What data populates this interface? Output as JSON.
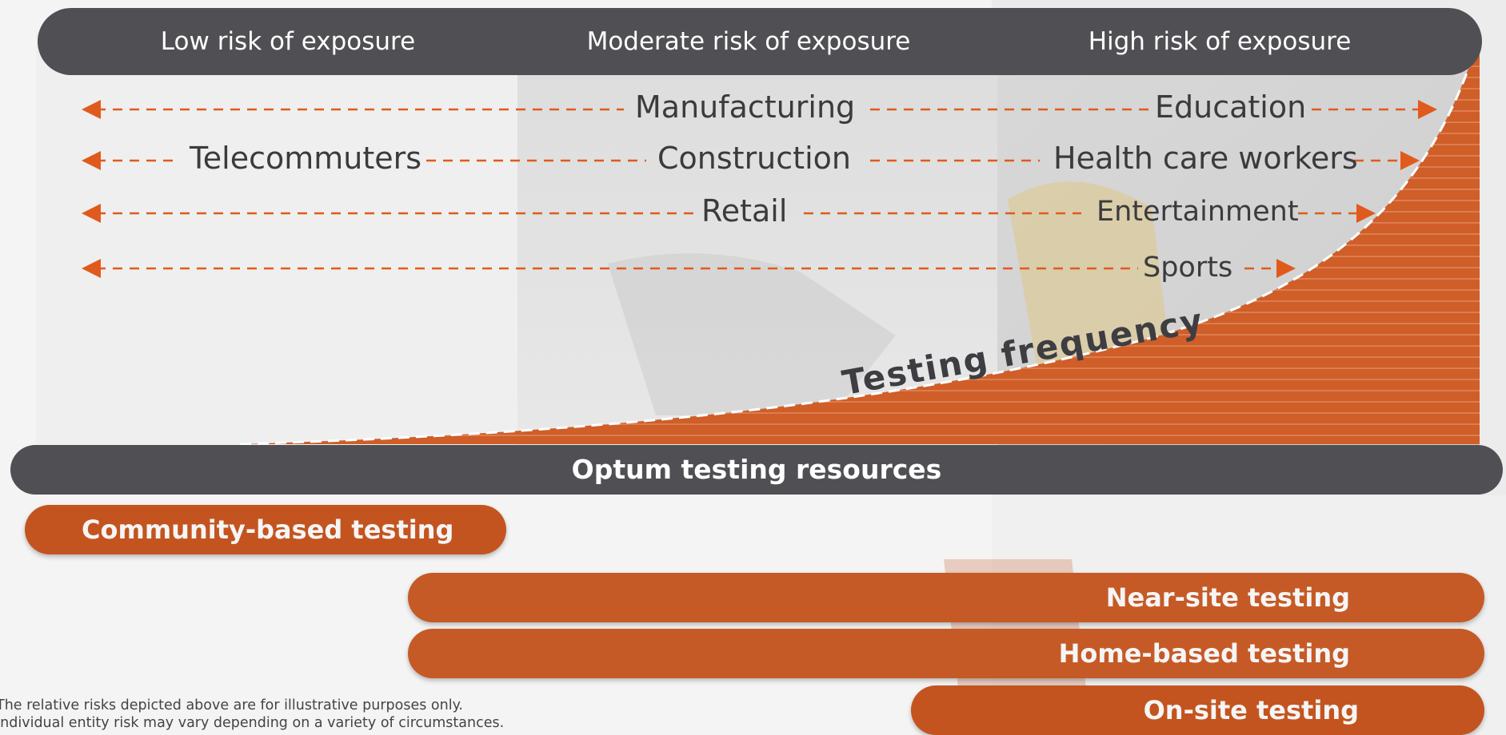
{
  "header": {
    "low": "Low risk of exposure",
    "moderate": "Moderate risk of exposure",
    "high": "High risk of exposure"
  },
  "industries": {
    "manufacturing": "Manufacturing",
    "education": "Education",
    "telecommuters": "Telecommuters",
    "construction": "Construction",
    "health_care": "Health care workers",
    "retail": "Retail",
    "entertainment": "Entertainment",
    "sports": "Sports"
  },
  "curve_label": "Testing frequency",
  "resources": {
    "title": "Optum testing resources",
    "community": "Community-based testing",
    "near_site": "Near-site testing",
    "home_based": "Home-based testing",
    "on_site": "On-site testing"
  },
  "disclaimer": {
    "line1": "The relative risks depicted above are for illustrative purposes only.",
    "line2": "Individual entity risk may vary depending on a variety of circumstances."
  },
  "colors": {
    "accent_orange": "#c4541f",
    "dark_gray": "#505054",
    "light_gray": "#efefef"
  }
}
